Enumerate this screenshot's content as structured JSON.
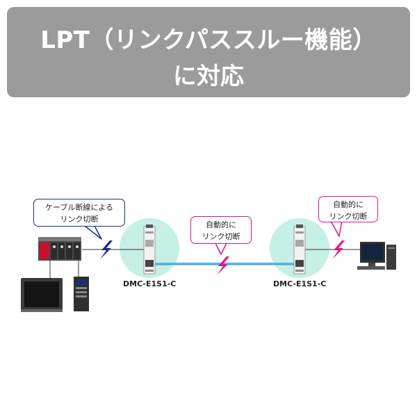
{
  "header": {
    "title_line1": "LPT（リンクパススルー機能）",
    "title_line2": "に対応"
  },
  "callouts": {
    "left": {
      "line1": "ケーブル断線による",
      "line2": "リンク切断"
    },
    "middle": {
      "line1": "自動的に",
      "line2": "リンク切断"
    },
    "right": {
      "line1": "自動的に",
      "line2": "リンク切断"
    }
  },
  "devices": {
    "converter_left_label": "DMC-E1S1-C",
    "converter_right_label": "DMC-E1S1-C"
  },
  "colors": {
    "banner": "#9b9b9b",
    "circle": "#c6efe6",
    "fiber": "#4aa8e0",
    "bolt_blue": "#1a2a8a",
    "bolt_pink": "#e0177e"
  },
  "icons": [
    "plc-icon",
    "hmi-panel-icon",
    "inverter-icon",
    "media-converter-icon",
    "pc-icon",
    "lightning-bolt-icon"
  ]
}
